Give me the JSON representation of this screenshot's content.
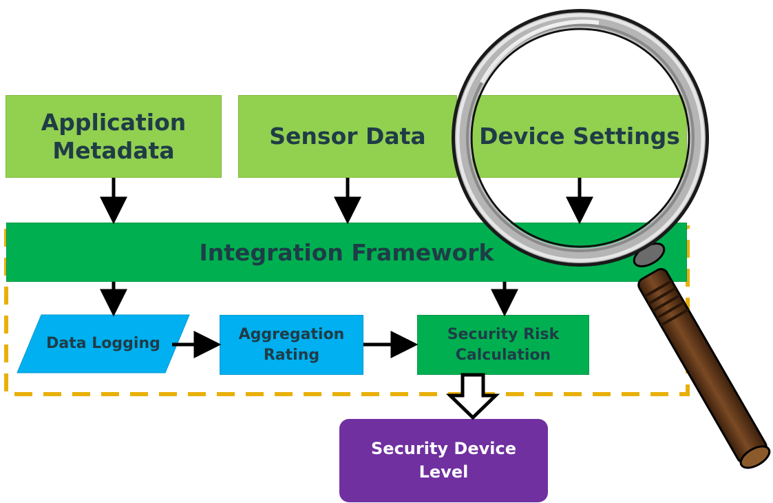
{
  "inputs": {
    "app_metadata": "Application Metadata",
    "sensor_data": "Sensor Data",
    "device_settings": "Device Settings"
  },
  "framework": "Integration Framework",
  "processing": {
    "data_logging": "Data Logging",
    "aggregation_rating": "Aggregation Rating",
    "security_risk": "Security Risk Calculation"
  },
  "output": "Security Device Level",
  "colors": {
    "input_box": "#92d050",
    "framework_box": "#00b050",
    "process_box": "#00b0f0",
    "output_box": "#7030a0",
    "dashed_frame": "#e8b00a",
    "text": "#1f3c47",
    "magnifier_handle": "#5a3418"
  },
  "icons": [
    "magnifying-glass-icon"
  ]
}
